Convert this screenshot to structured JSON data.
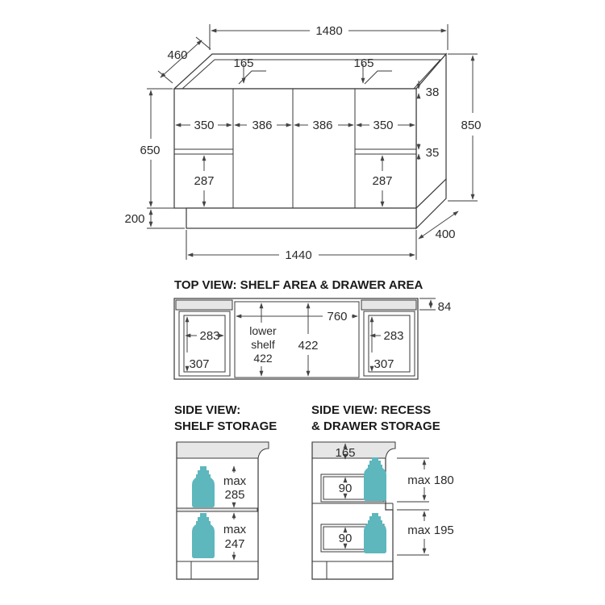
{
  "front_view": {
    "width_top": "1480",
    "depth_top": "460",
    "recess_left": "165",
    "recess_right": "165",
    "top_rail": "38",
    "height_total": "850",
    "height_cabinet": "650",
    "plinth_height": "200",
    "plinth_depth": "400",
    "plinth_width": "1440",
    "door_widths": [
      "350",
      "386",
      "386",
      "350"
    ],
    "mid_rail": "35",
    "drawer_height_left": "287",
    "drawer_height_right": "287"
  },
  "top_view": {
    "heading": "TOP VIEW: SHELF AREA & DRAWER AREA",
    "depth_top": "84",
    "shelf_width": "760",
    "shelf_label_line1": "lower",
    "shelf_label_line2": "shelf",
    "shelf_label_line3": "422",
    "shelf_depth": "422",
    "drawer_width_left": "283",
    "drawer_width_right": "283",
    "drawer_depth_left": "307",
    "drawer_depth_right": "307"
  },
  "side_shelf": {
    "heading_line1": "SIDE VIEW:",
    "heading_line2": "SHELF STORAGE",
    "upper_label_line1": "max",
    "upper_label_line2": "285",
    "lower_label_line1": "max",
    "lower_label_line2": "247"
  },
  "side_drawer": {
    "heading_line1": "SIDE VIEW: RECESS",
    "heading_line2": "& DRAWER STORAGE",
    "recess_depth": "165",
    "drawer1_height": "90",
    "drawer2_height": "90",
    "max_upper": "max 180",
    "max_lower": "max 195"
  },
  "colors": {
    "bottle": "#5db7bd",
    "line": "#3a3a3a",
    "grey_fill": "#e6e6e6"
  }
}
